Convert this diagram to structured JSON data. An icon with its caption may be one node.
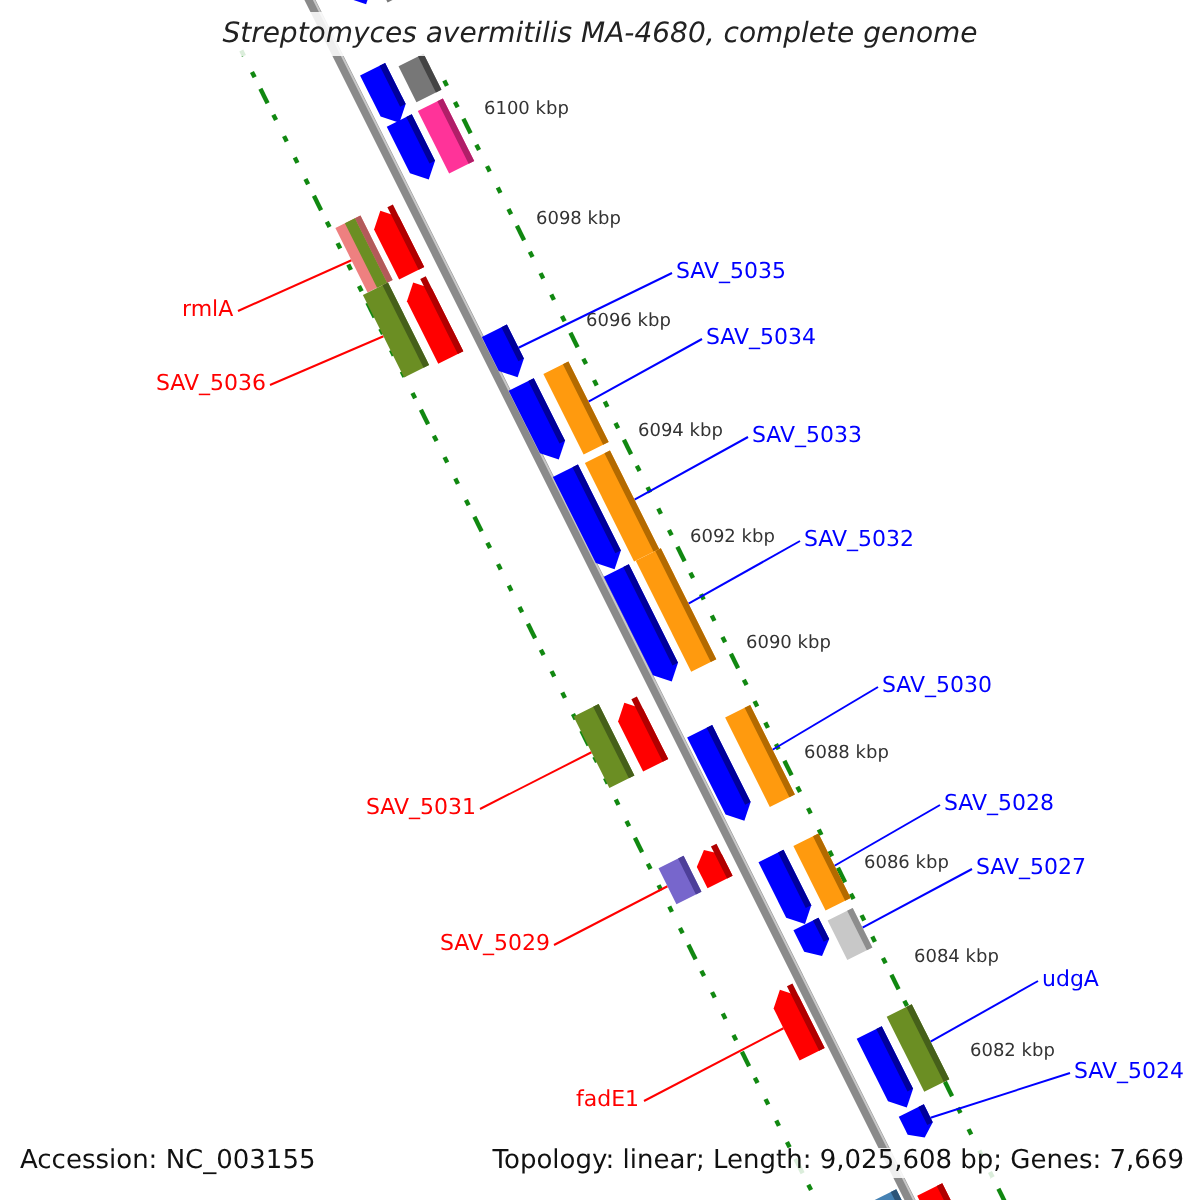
{
  "diagram": {
    "title": "Streptomyces avermitilis MA-4680, complete genome",
    "nodes": [
      {
        "text": [
          "SAV_5035"
        ]
      },
      {
        "text": [],
        "shape": "arrow"
      },
      {
        "text": [
          "SAV_5034"
        ]
      },
      {
        "text": [],
        "shape": "bar"
      },
      {
        "text": [
          "rmlA"
        ]
      },
      {
        "text": [],
        "shape": "bar"
      },
      {
        "text": [
          "SAV_5036"
        ]
      },
      {
        "text": [],
        "shape": "bar"
      },
      {
        "text": [
          "SAV_5033"
        ]
      },
      {
        "text": [],
        "shape": "bar"
      },
      {
        "text": [
          "SAV_5032"
        ]
      },
      {
        "text": [],
        "shape": "bar"
      },
      {
        "text": [
          "SAV_5030"
        ]
      },
      {
        "text": [],
        "shape": "bar"
      },
      {
        "text": [
          "SAV_5031"
        ]
      },
      {
        "text": [],
        "shape": "bar"
      },
      {
        "text": [
          "SAV_5028"
        ]
      },
      {
        "text": [],
        "shape": "bar"
      },
      {
        "text": [
          "SAV_5027"
        ]
      },
      {
        "text": [],
        "shape": "bar"
      },
      {
        "text": [
          "SAV_5029"
        ]
      },
      {
        "text": [],
        "shape": "bar"
      },
      {
        "text": [
          "udgA"
        ]
      },
      {
        "text": [],
        "shape": "bar"
      },
      {
        "text": [
          "SAV_5024"
        ]
      },
      {
        "text": [],
        "shape": "arrow"
      },
      {
        "text": [
          "fadE1"
        ]
      },
      {
        "text": [],
        "shape": "arrow"
      },
      {
        "text": [],
        "shape": "arrow"
      },
      {
        "text": [],
        "shape": "bar"
      },
      {
        "text": [],
        "shape": "arrow"
      },
      {
        "text": [],
        "shape": "bar"
      },
      {
        "text": [],
        "shape": "arrow"
      },
      {
        "text": [],
        "shape": "bar"
      },
      {
        "text": [],
        "shape": "arrow"
      },
      {
        "text": [],
        "shape": "arrow"
      },
      {
        "text": [],
        "shape": "arrow"
      },
      {
        "text": [],
        "shape": "arrow"
      },
      {
        "text": [],
        "shape": "arrow"
      },
      {
        "text": [],
        "shape": "arrow"
      },
      {
        "text": [],
        "shape": "arrow"
      },
      {
        "text": [],
        "shape": "arrow"
      },
      {
        "text": [],
        "shape": "arrow"
      },
      {
        "text": [],
        "shape": "arrow"
      },
      {
        "text": [],
        "shape": "arrow"
      },
      {
        "text": [],
        "shape": "bar"
      },
      {
        "text": [],
        "shape": "bar"
      }
    ],
    "edges": [
      {
        "from": 0,
        "to": 1,
        "arrow": "none"
      },
      {
        "from": 2,
        "to": 3,
        "arrow": "none"
      },
      {
        "from": 4,
        "to": 5,
        "arrow": "none",
        "color": "#ff0000"
      },
      {
        "from": 6,
        "to": 7,
        "arrow": "none",
        "color": "#ff0000"
      },
      {
        "from": 8,
        "to": 9,
        "arrow": "none"
      },
      {
        "from": 10,
        "to": 11,
        "arrow": "none"
      },
      {
        "from": 12,
        "to": 13,
        "arrow": "none"
      },
      {
        "from": 14,
        "to": 15,
        "arrow": "none",
        "color": "#ff0000"
      },
      {
        "from": 16,
        "to": 17,
        "arrow": "none"
      },
      {
        "from": 18,
        "to": 19,
        "arrow": "none"
      },
      {
        "from": 20,
        "to": 21,
        "arrow": "none",
        "color": "#ff0000"
      },
      {
        "from": 22,
        "to": 23,
        "arrow": "none"
      },
      {
        "from": 24,
        "to": 25,
        "arrow": "none"
      },
      {
        "from": 26,
        "to": 27,
        "arrow": "none",
        "color": "#ff0000"
      }
    ],
    "labels": [
      "6100 kbp",
      "6098 kbp",
      "6096 kbp",
      "6094 kbp",
      "6092 kbp",
      "6090 kbp",
      "6088 kbp",
      "6086 kbp",
      "6084 kbp",
      "6082 kbp",
      "Accession: NC_003155",
      "Topology: linear; Length: 9,025,608 bp; Genes: 7,669"
    ]
  }
}
